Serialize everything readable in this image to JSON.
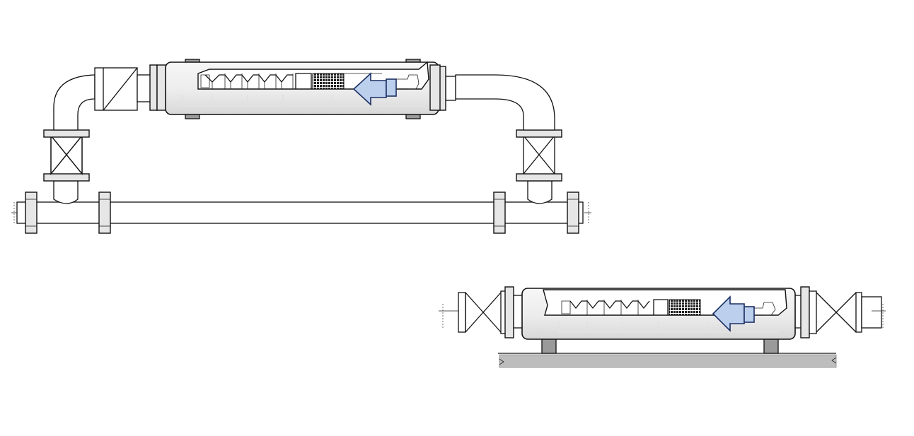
{
  "diagram": {
    "views": [
      {
        "id": "bypass-installation",
        "parts": [
          "pipeline",
          "bypass-loop",
          "isolation-valves",
          "vessel",
          "flow-arrow"
        ]
      },
      {
        "id": "skid-installation",
        "parts": [
          "vessel",
          "end-valves",
          "saddle-supports",
          "base",
          "flow-arrow"
        ]
      }
    ],
    "flow_direction": "right-to-left",
    "colors": {
      "outline": "#111111",
      "vessel_fill": "#efefef",
      "flow_arrow": "#bcd0ee",
      "support": "#9a9a9a",
      "ground": "#bdbdbd"
    }
  }
}
